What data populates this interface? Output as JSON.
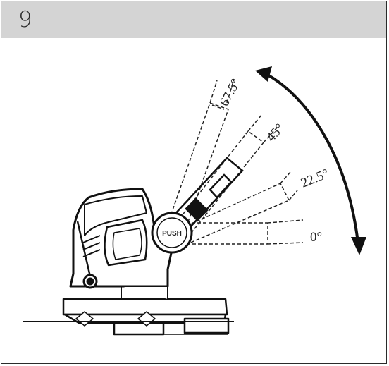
{
  "step": {
    "number": "9"
  },
  "angles": [
    "67.5°",
    "45°",
    "22.5°",
    "0°"
  ],
  "button_label": "PUSH",
  "colors": {
    "header_bg": "#d4d4d4",
    "border": "#2a2a2a",
    "ink": "#222222"
  }
}
